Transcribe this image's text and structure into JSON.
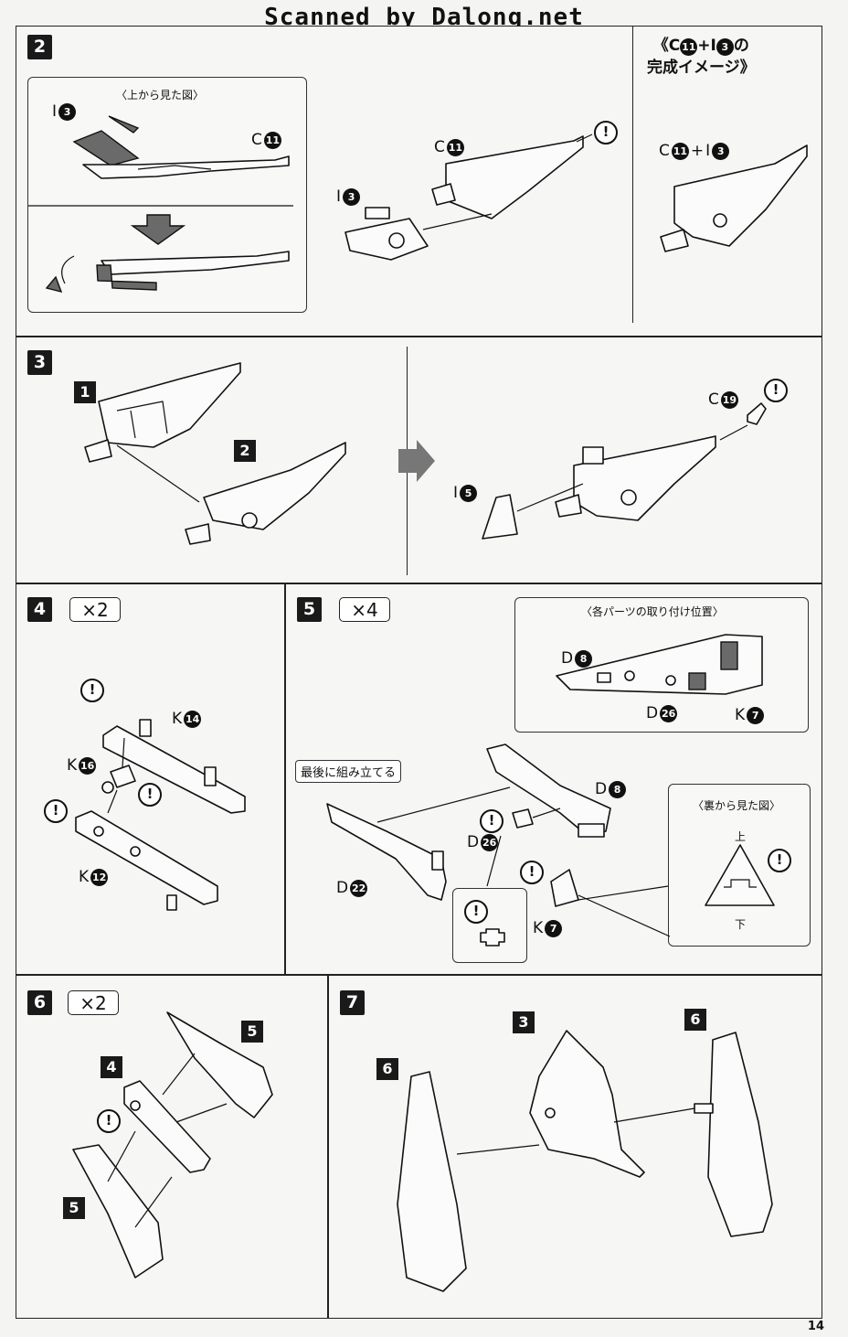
{
  "watermark": "Scanned by Dalong.net",
  "page_number": "14",
  "labels": {
    "I3": "I",
    "I3n": "3",
    "C11": "C",
    "C11n": "11",
    "I5": "I",
    "I5n": "5",
    "C19": "C",
    "C19n": "19",
    "K14": "K",
    "K14n": "14",
    "K16": "K",
    "K16n": "16",
    "K12": "K",
    "K12n": "12",
    "D8": "D",
    "D8n": "8",
    "D26": "D",
    "D26n": "26",
    "K7": "K",
    "K7n": "7",
    "D22": "D",
    "D22n": "22",
    "plus": "+",
    "warn": "!"
  },
  "steps": {
    "s2": "2",
    "s3": "3",
    "s4": "4",
    "s5": "5",
    "s6": "6",
    "s7": "7",
    "x2": "×2",
    "x4": "×4",
    "sub1": "1",
    "sub2": "2",
    "sub3": "3",
    "sub4": "4",
    "sub5": "5",
    "sub6": "6"
  },
  "captions": {
    "top_view": "〈上から見た図〉",
    "complete_line1": "《C",
    "complete_line1b": "+I",
    "complete_line1c": "の",
    "complete_line2": "完成イメージ》",
    "positions": "〈各パーツの取り付け位置〉",
    "assemble_last": "最後に組み立てる",
    "back_view": "〈裏から見た図〉",
    "up": "上",
    "down": "下"
  },
  "colors": {
    "ink": "#111111",
    "paper": "#f4f4f2",
    "gray_part": "#6a6a6a"
  }
}
